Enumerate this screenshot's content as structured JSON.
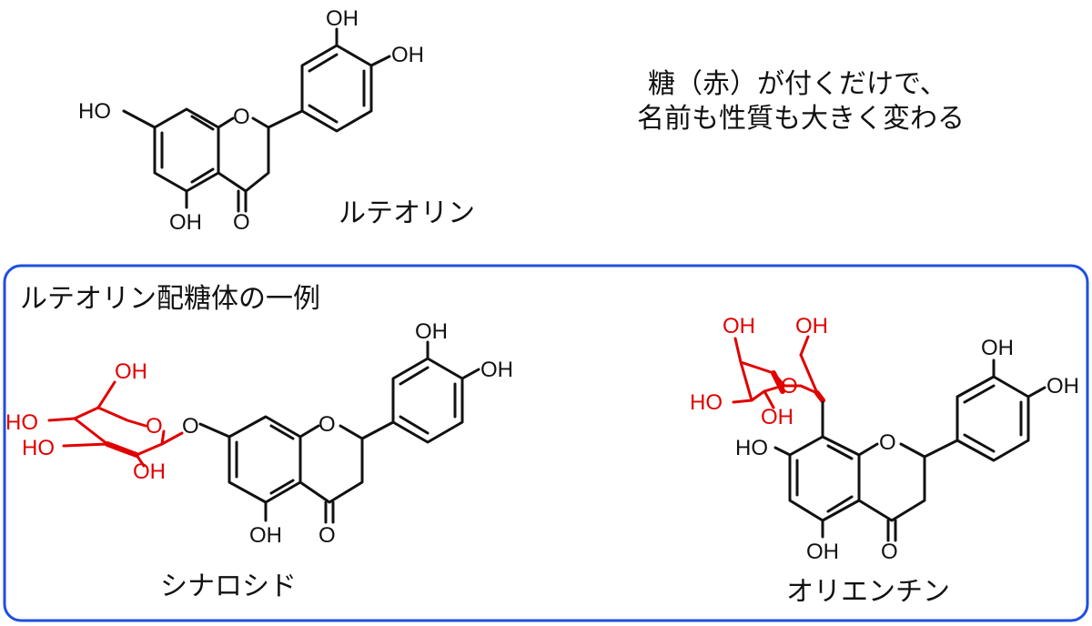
{
  "note": {
    "line1": "糖（赤）が付くだけで、",
    "line2": "名前も性質も大きく変わる"
  },
  "luteolin": {
    "name": "ルテオリン",
    "labels": {
      "ho7": "HO",
      "oh5": "OH",
      "o4": "O",
      "o1": "O",
      "oh3p": "OH",
      "oh4p": "OH"
    }
  },
  "panel": {
    "title": "ルテオリン配糖体の一例"
  },
  "cynaroside": {
    "name": "シナロシド",
    "sugar_labels": {
      "oh6": "OH",
      "ho4": "HO",
      "ho3": "HO",
      "oh2": "OH",
      "o_ring": "O"
    },
    "labels": {
      "o7": "O",
      "oh5": "OH",
      "o4": "O",
      "o1": "O",
      "oh3p": "OH",
      "oh4p": "OH"
    }
  },
  "orientin": {
    "name": "オリエンチン",
    "sugar_labels": {
      "oh_a": "OH",
      "oh_b": "OH",
      "o_ring": "O",
      "ho_c": "HO",
      "oh_d": "OH"
    },
    "labels": {
      "ho7": "HO",
      "oh5": "OH",
      "o4": "O",
      "o1": "O",
      "oh3p": "OH",
      "oh4p": "OH"
    }
  },
  "colors": {
    "sugar": "#e00000",
    "panel_border": "#1f4fe0",
    "ink": "#111111"
  }
}
